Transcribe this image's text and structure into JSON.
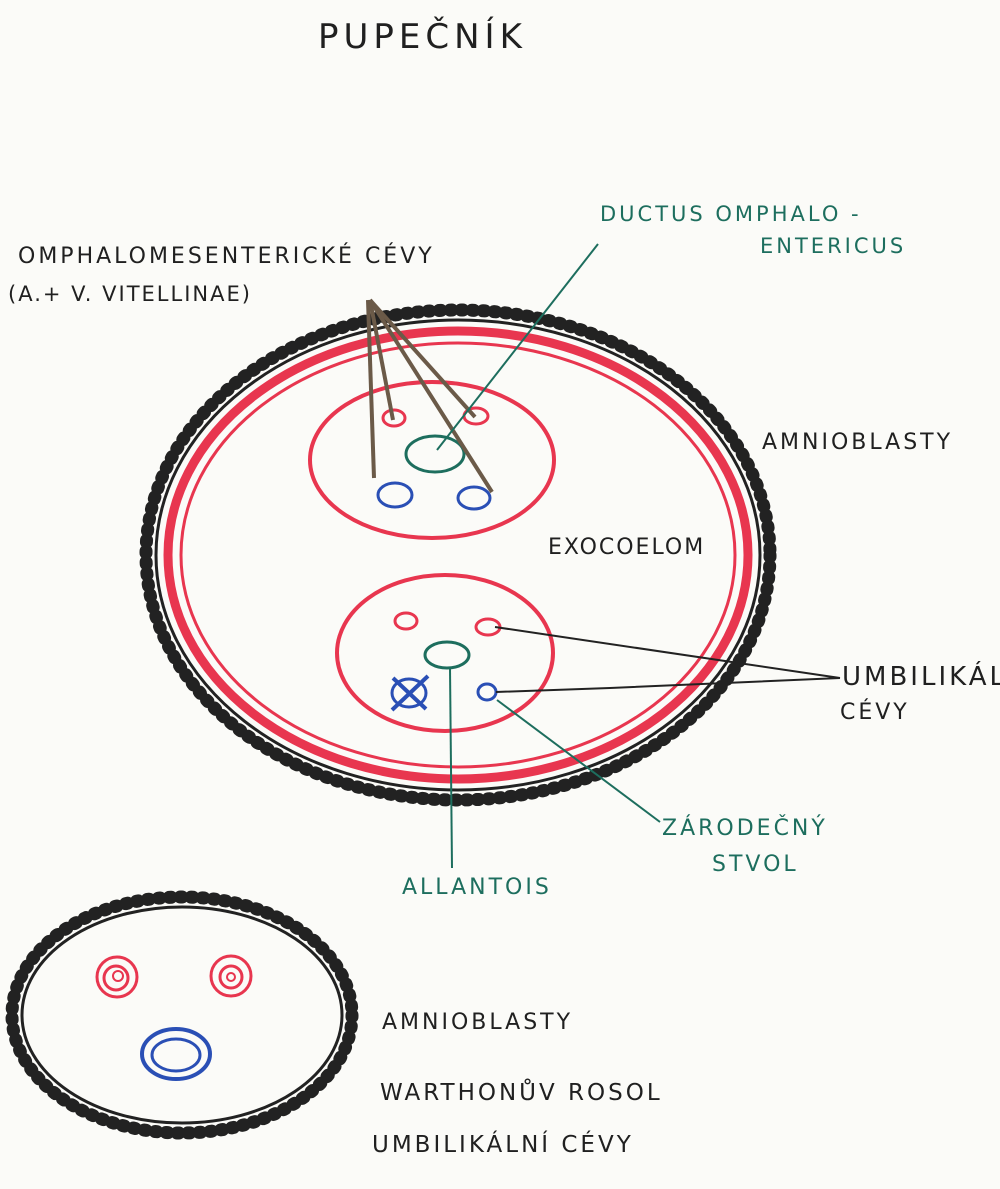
{
  "diagram": {
    "title": "PUPEČNÍK",
    "labels": {
      "omphalomesenteric_line1": "OMPHALOMESENTERICKÉ CÉVY",
      "omphalomesenteric_line2": "(A.+ V. VITELLINAE)",
      "ductus_line1": "DUCTUS OMPHALO -",
      "ductus_line2": "ENTERICUS",
      "amnioblasty_top": "AMNIOBLASTY",
      "exocoelom": "EXOCOELOM",
      "umbilikalni_line1": "UMBILIKÁLNÍ",
      "umbilikalni_line2": "CÉVY",
      "zarodecny_line1": "ZÁRODEČNÝ",
      "zarodecny_line2": "STVOL",
      "allantois": "ALLANTOIS",
      "amnioblasty_bottom": "AMNIOBLASTY",
      "wharton": "WARTHONŮV ROSOL",
      "umbilikalni_cevy": "UMBILIKÁLNÍ CÉVY"
    },
    "colors": {
      "outline": "#222222",
      "red": "#e8364f",
      "blue": "#2a4fb5",
      "teal": "#1d6e5e",
      "brown": "#6b5a48",
      "paper": "#fbfbf8"
    }
  }
}
